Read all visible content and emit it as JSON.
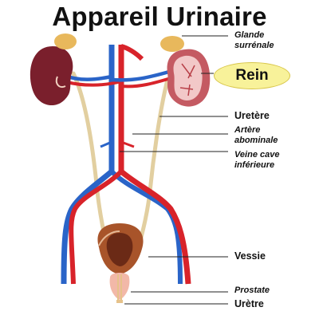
{
  "title": "Appareil Urinaire",
  "labels": {
    "glande": [
      "Glande",
      "surrénale"
    ],
    "rein": "Rein",
    "uretere": "Uretère",
    "artere": [
      "Artère",
      "abominale"
    ],
    "veine": [
      "Veine cave",
      "inférieure"
    ],
    "vessie": "Vessie",
    "prostate": "Prostate",
    "uretre": "Urètre"
  },
  "colors": {
    "artery": "#d8232a",
    "vein": "#2a64c8",
    "kidney_outer": "#8b2a34",
    "kidney_inner": "#f2c8c8",
    "adrenal": "#e8b85c",
    "ureter": "#e2cfa0",
    "bladder": "#a8542a",
    "prostate": "#f2b8a8",
    "highlight": "#f8f29a"
  },
  "icons": [
    "kidney-left-illustration",
    "kidney-right-illustration",
    "bladder-illustration",
    "prostate-illustration"
  ]
}
